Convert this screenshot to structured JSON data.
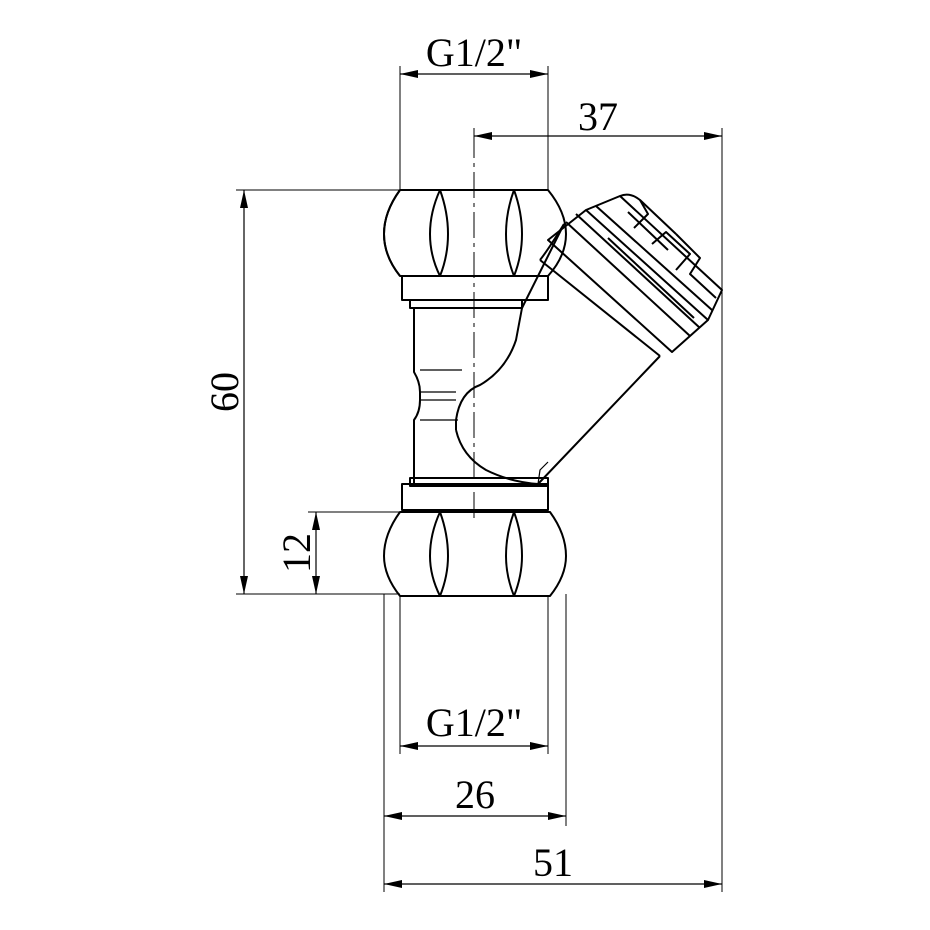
{
  "dimensions": {
    "top_thread": "G1/2\"",
    "top_offset": "37",
    "height": "60",
    "nut_height": "12",
    "bottom_thread": "G1/2\"",
    "nut_width": "26",
    "total_width": "51"
  },
  "colors": {
    "line": "#000000",
    "background": "#ffffff"
  }
}
